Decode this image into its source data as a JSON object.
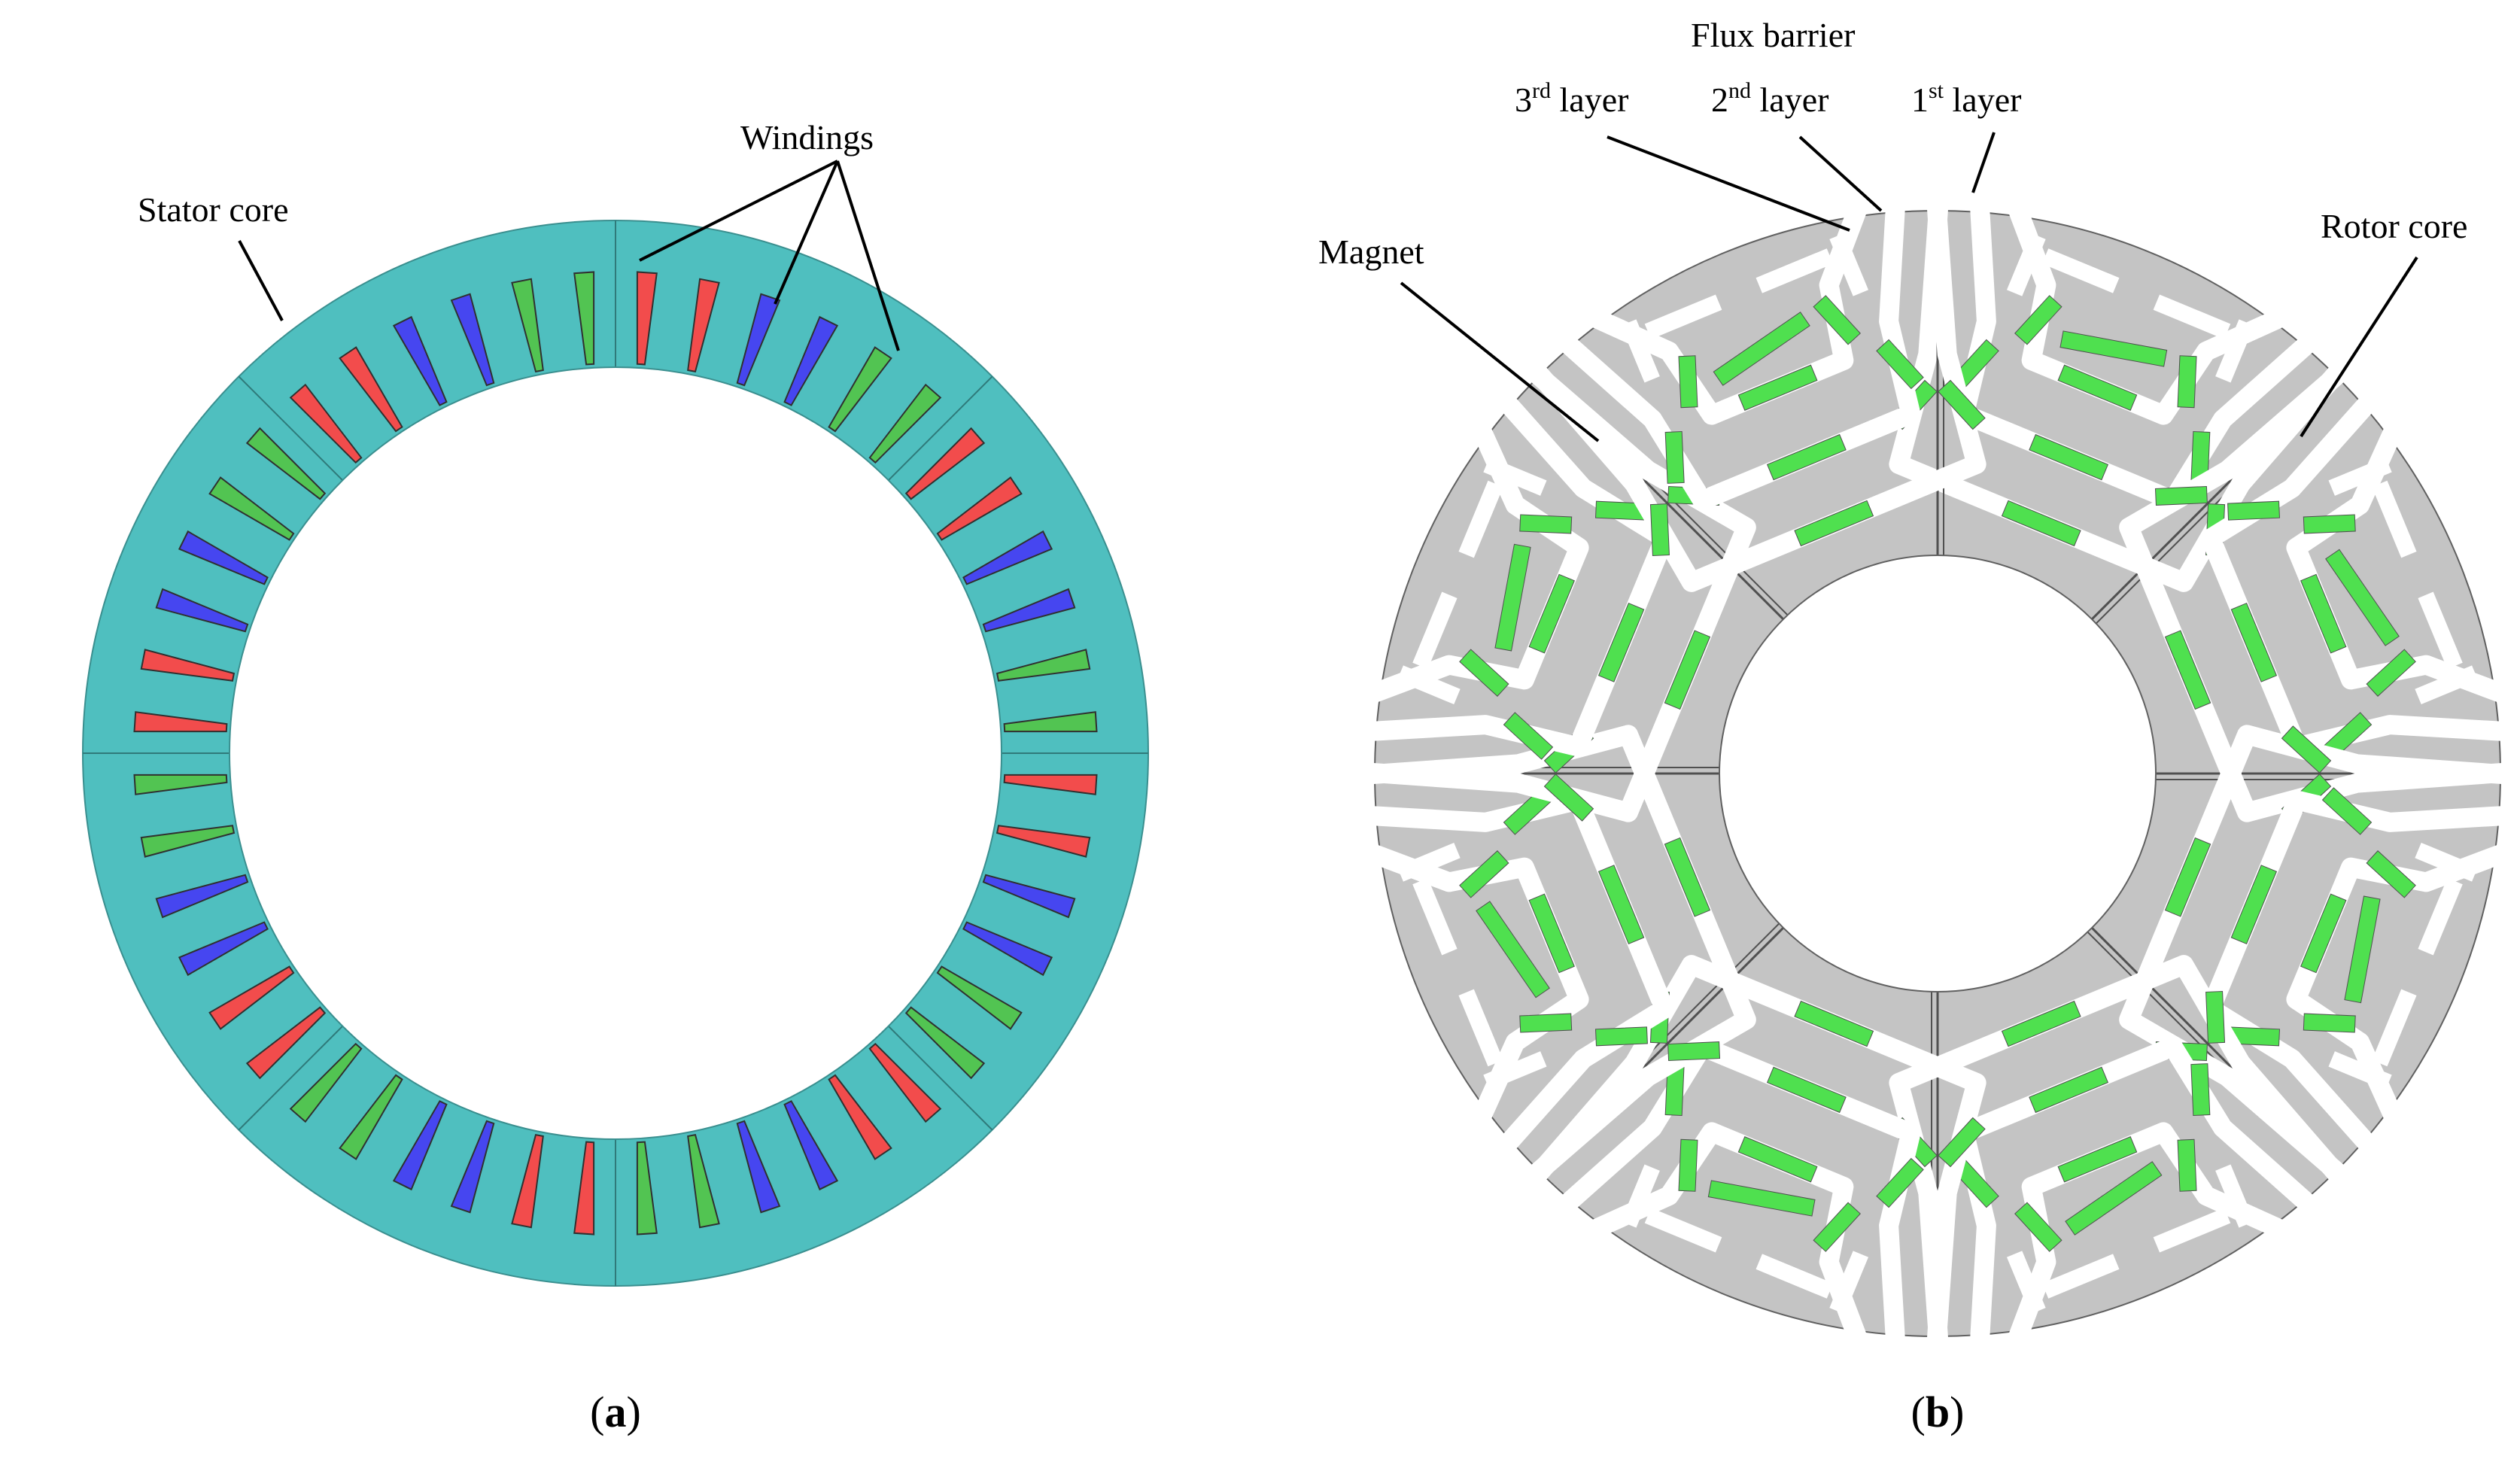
{
  "panel_a": {
    "caption": {
      "open": "(",
      "letter": "a",
      "close": ")"
    },
    "labels": {
      "stator_core": "Stator core",
      "windings": "Windings"
    },
    "colors": {
      "stator": "#4fbfbf",
      "phase_red": "#f24c4c",
      "phase_blue": "#4646f0",
      "phase_green": "#52c452",
      "outline": "#303030"
    },
    "slot_count": 48,
    "winding_pattern": [
      "red",
      "red",
      "blue",
      "blue",
      "green",
      "green",
      "red",
      "red",
      "blue",
      "blue",
      "green",
      "green"
    ]
  },
  "panel_b": {
    "caption": {
      "open": "(",
      "letter": "b",
      "close": ")"
    },
    "labels": {
      "flux_barrier": "Flux barrier",
      "layer3": {
        "num": "3",
        "sup": "rd",
        "text": " layer"
      },
      "layer2": {
        "num": "2",
        "sup": "nd",
        "text": " layer"
      },
      "layer1": {
        "num": "1",
        "sup": "st",
        "text": " layer"
      },
      "magnet": "Magnet",
      "rotor_core": "Rotor core"
    },
    "colors": {
      "rotor": "#c4c4c4",
      "barrier": "#ffffff",
      "magnet": "#4fe04f",
      "outline": "#505050"
    },
    "pole_count": 8
  }
}
